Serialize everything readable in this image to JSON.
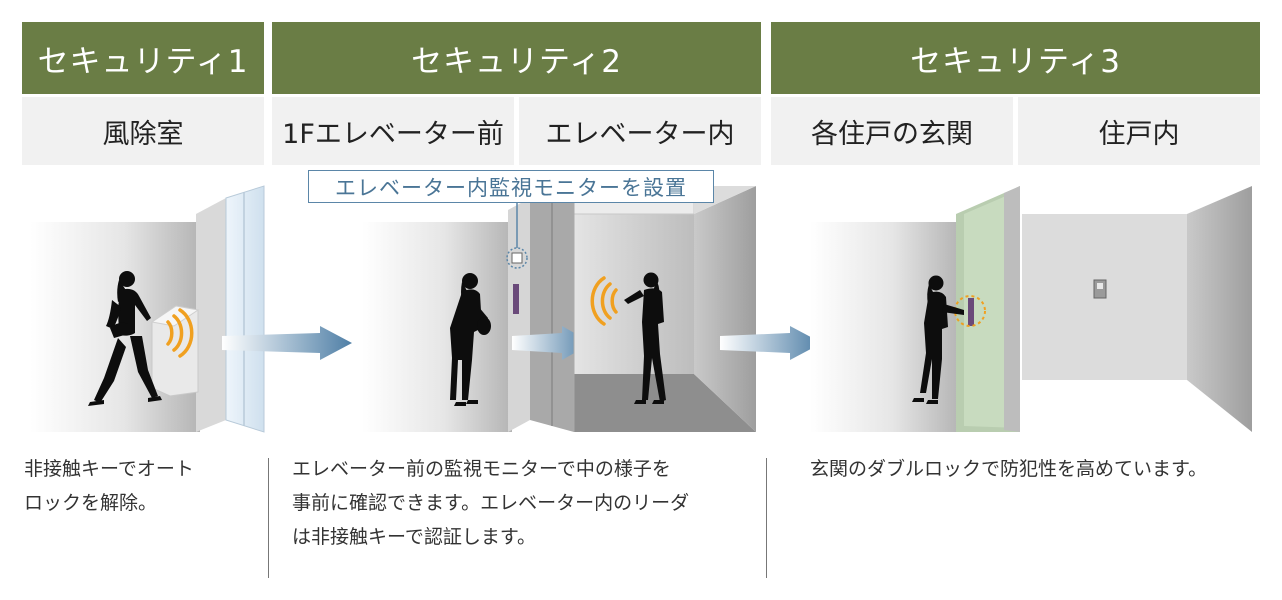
{
  "headers": {
    "sec1": "セキュリティ1",
    "sec2": "セキュリティ2",
    "sec3": "セキュリティ3"
  },
  "subheaders": {
    "s1": "風除室",
    "s2a": "1Fエレベーター前",
    "s2b": "エレベーター内",
    "s3a": "各住戸の玄関",
    "s3b": "住戸内"
  },
  "callout": "エレベーター内監視モニターを設置",
  "descriptions": {
    "d1": [
      "非接触キーでオート",
      "ロックを解除。"
    ],
    "d2": [
      "エレベーター前の監視モニターで中の様子を",
      "事前に確認できます。エレベーター内のリーダ",
      "は非接触キーで認証します。"
    ],
    "d3": [
      "玄関のダブルロックで防犯性を高めています。"
    ]
  },
  "colors": {
    "header_bg": "#6a7d45",
    "subheader_bg": "#f1f1f1",
    "callout": "#5b86a8",
    "signal": "#f0a020",
    "arrow": "#5b86a8"
  },
  "icons": [
    "woman-silhouette",
    "contactless-signal-icon",
    "flow-arrow",
    "monitor-camera-icon",
    "intercom-panel-icon"
  ]
}
